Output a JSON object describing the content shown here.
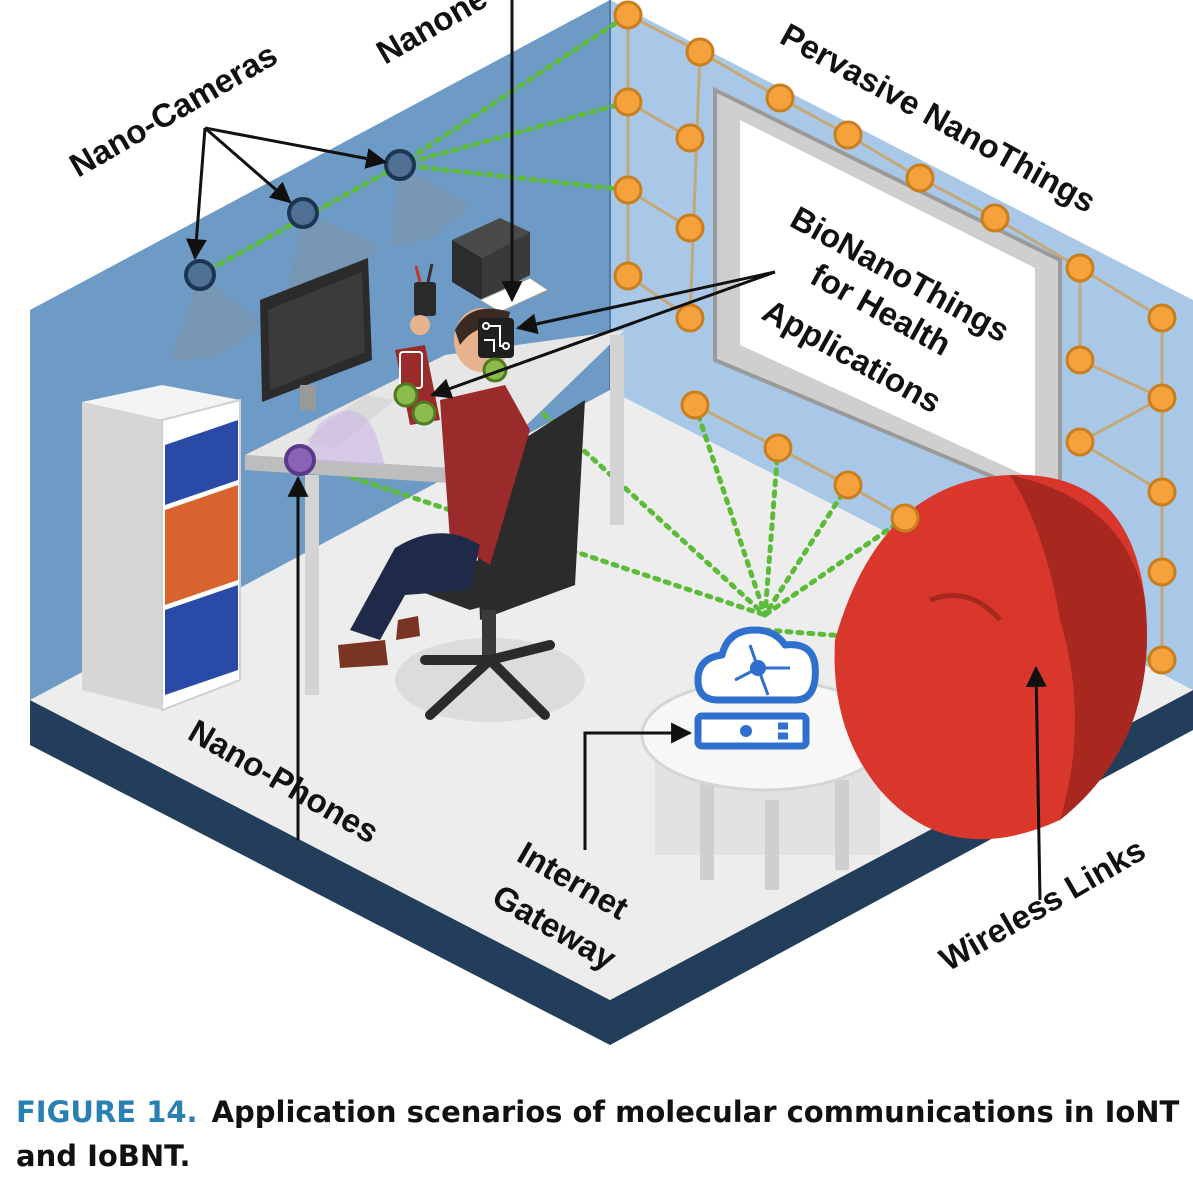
{
  "labels": {
    "nanonetwork": "Nanone",
    "nano_cameras": "Nano-Cameras",
    "pervasive": "Pervasive NanoThings",
    "bio_line1": "BioNanoThings",
    "bio_line2": "for Health",
    "bio_line3": "Applications",
    "nano_phones": "Nano-Phones",
    "gateway_line1": "Internet",
    "gateway_line2": "Gateway",
    "wireless": "Wireless Links"
  },
  "caption": {
    "figure_no": "FIGURE 14.",
    "text": "Application scenarios of molecular communications in IoNT and IoBNT."
  },
  "colors": {
    "wall_left": "#6e9bc6",
    "wall_right": "#a9c8e8",
    "floor": "#ededed",
    "base_edge": "#233e5b",
    "node_orange": "#f5a23c",
    "link_green": "#5dbb3a",
    "beanbag_red": "#d9372b",
    "gateway_blue": "#2f6fce",
    "camera_node": "#2a4f78",
    "phone_purple": "#8a63b8",
    "caption_blue": "#2a7fb3"
  }
}
